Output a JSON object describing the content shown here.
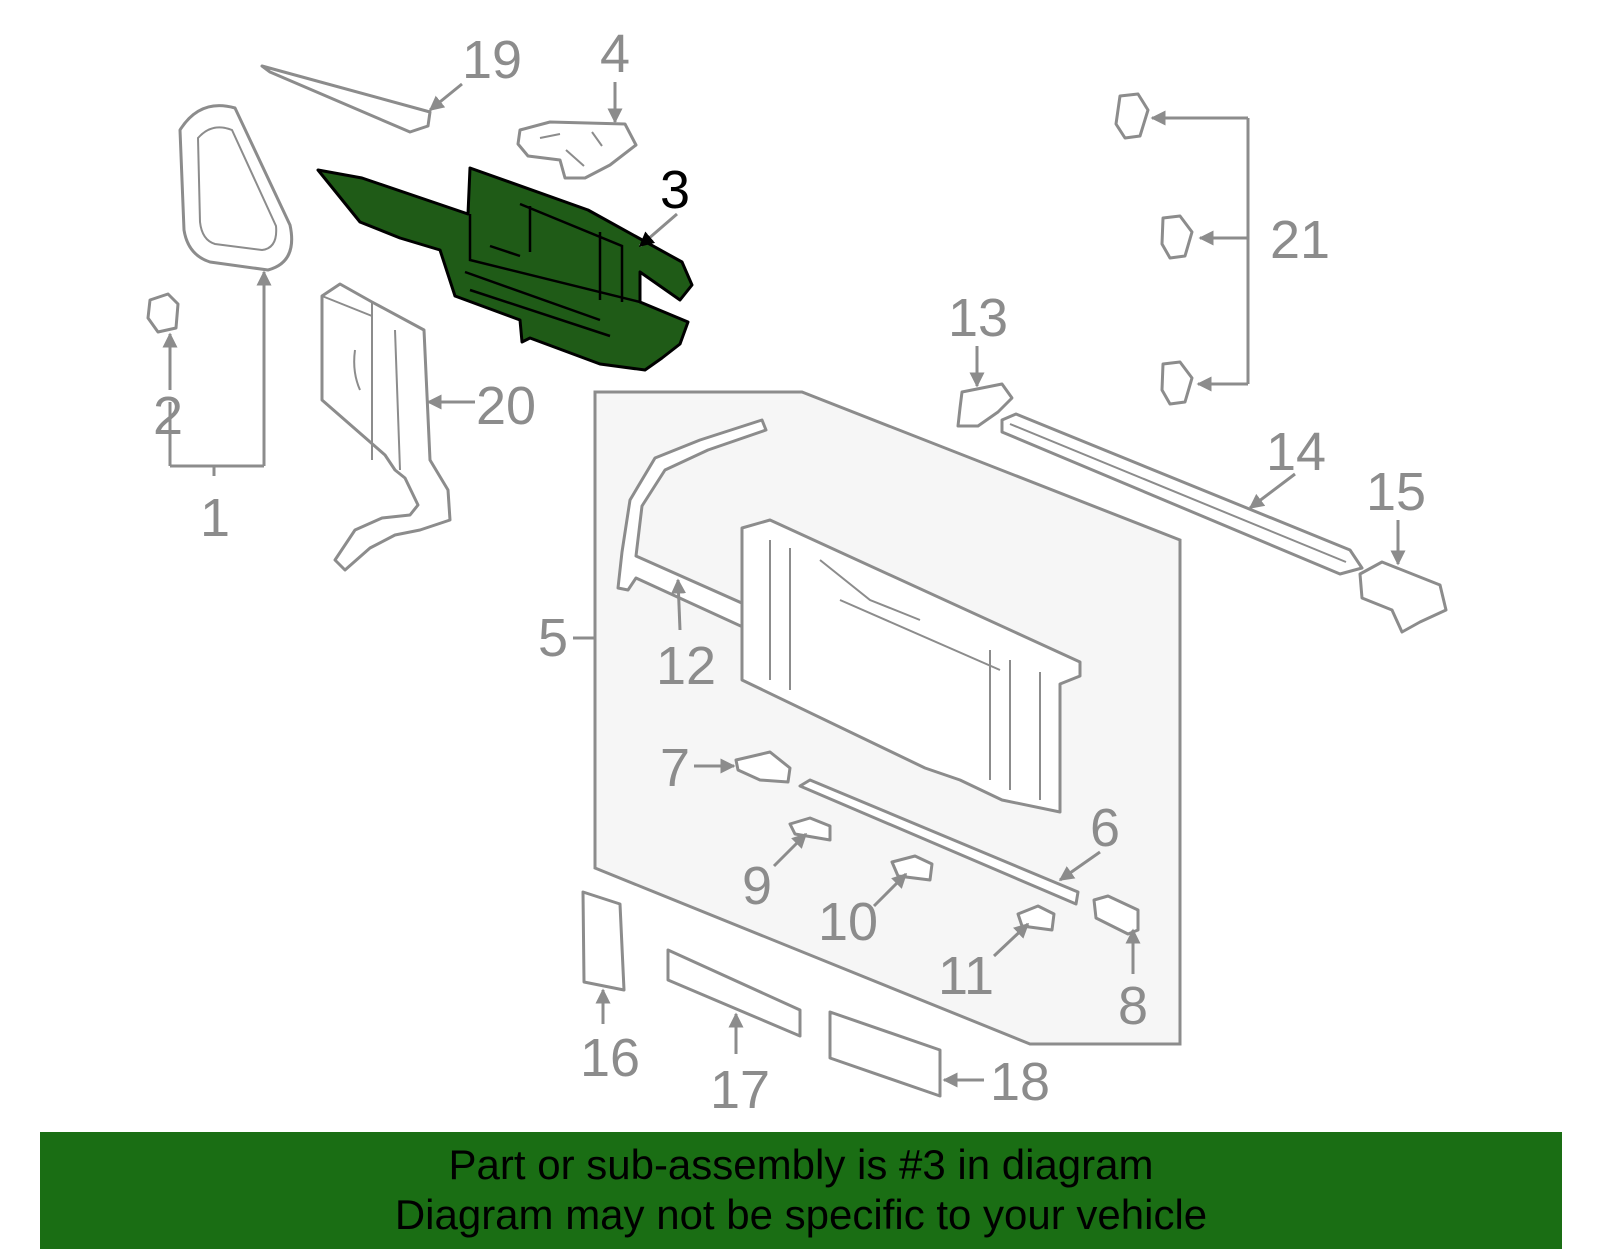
{
  "diagram": {
    "highlighted_callout": "3",
    "highlight_color": "#1f5b17",
    "callouts": [
      "1",
      "2",
      "3",
      "4",
      "5",
      "6",
      "7",
      "8",
      "9",
      "10",
      "11",
      "12",
      "13",
      "14",
      "15",
      "16",
      "17",
      "18",
      "19",
      "20",
      "21"
    ]
  },
  "banner": {
    "line1": "Part or sub-assembly is #3 in diagram",
    "line2": "Diagram may not be specific to your vehicle",
    "background": "#1a6e14"
  }
}
